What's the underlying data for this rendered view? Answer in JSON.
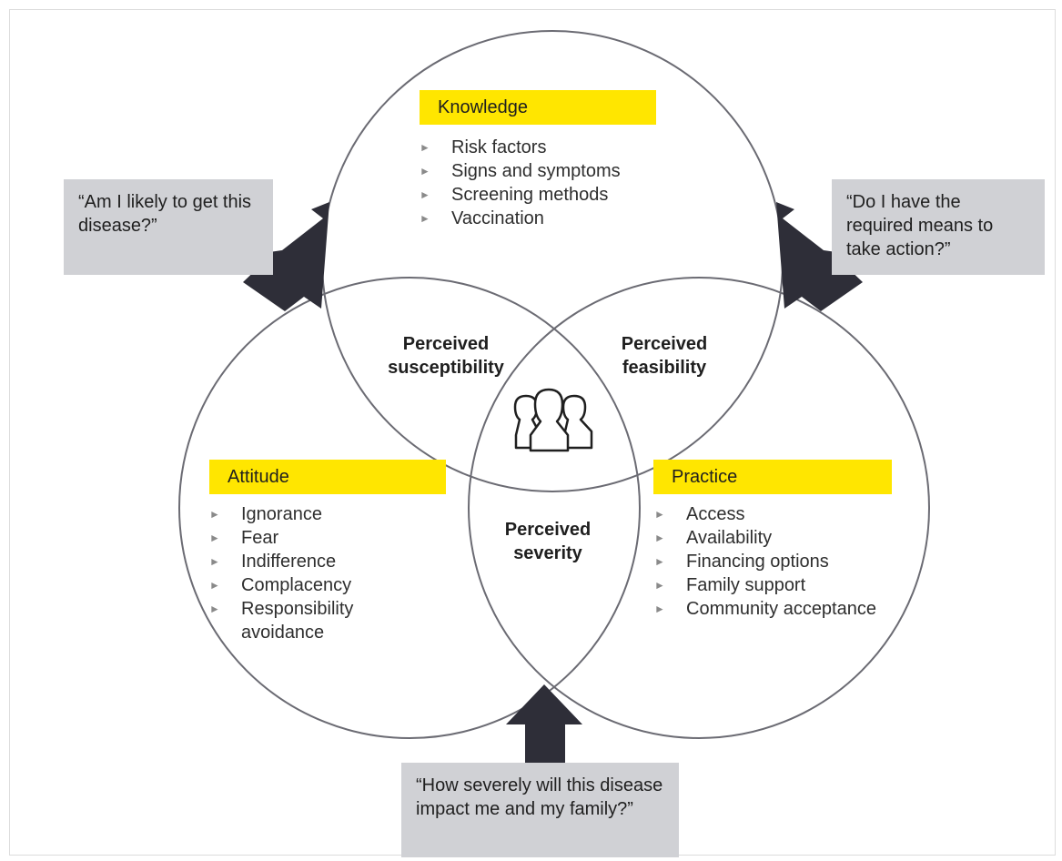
{
  "knowledge": {
    "title": "Knowledge",
    "items": [
      "Risk factors",
      "Signs and symptoms",
      "Screening methods",
      "Vaccination"
    ]
  },
  "attitude": {
    "title": "Attitude",
    "items": [
      "Ignorance",
      "Fear",
      "Indifference",
      "Complacency",
      "Responsibility avoidance"
    ]
  },
  "practice": {
    "title": "Practice",
    "items": [
      "Access",
      "Availability",
      "Financing options",
      "Family support",
      "Community acceptance"
    ]
  },
  "overlaps": {
    "susceptibility": "Perceived susceptibility",
    "feasibility": "Perceived feasibility",
    "severity": "Perceived severity"
  },
  "quotes": {
    "left": "“Am I likely to get this disease?”",
    "right": "“Do I have the required means to take action?”",
    "bottom": "“How severely will this disease impact me and my family?”"
  },
  "colors": {
    "accent_yellow": "#ffe600",
    "quote_box": "#d0d1d5",
    "arrow": "#2e2e38",
    "circle_stroke": "#6b6b73"
  },
  "center_icon": "people-group-icon"
}
